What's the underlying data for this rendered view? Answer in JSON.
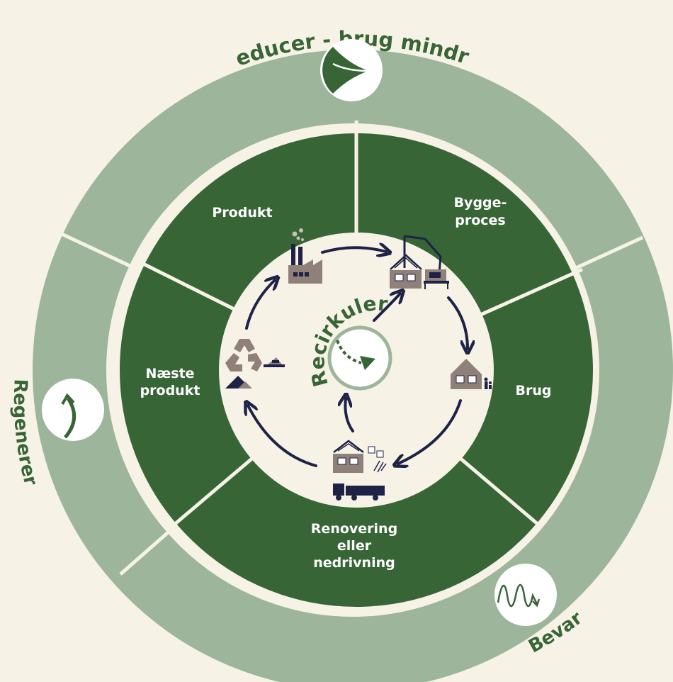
{
  "outer_ring": {
    "reduce_label": "Reducer - brug mindre",
    "regenerate_label": "Regenerer",
    "preserve_label": "Bevar"
  },
  "segments": {
    "product": "Produkt",
    "construction_line1": "Bygge-",
    "construction_line2": "proces",
    "use": "Brug",
    "renovation_line1": "Renovering",
    "renovation_line2": "eller",
    "renovation_line3": "nedrivning",
    "next_product_line1": "Næste",
    "next_product_line2": "produkt"
  },
  "center": {
    "recycle_label": "Recirkuler"
  },
  "icons": {
    "reduce": "branching-arrow-icon",
    "regenerate": "curved-arrow-icon",
    "preserve": "wave-arrow-icon",
    "factory": "factory-icon",
    "construction": "construction-crane-house-icon",
    "house": "house-with-people-icon",
    "demolition": "house-truck-demolition-icon",
    "recycling": "recycling-icon",
    "recirculate": "dashed-circular-arrow-icon"
  },
  "colors": {
    "background": "#f7f2e6",
    "outer_ring": "#9cb59b",
    "dark_green": "#376536",
    "cream": "#f7f2e6",
    "navy": "#1f2247",
    "taupe": "#8f8079",
    "white": "#ffffff"
  }
}
